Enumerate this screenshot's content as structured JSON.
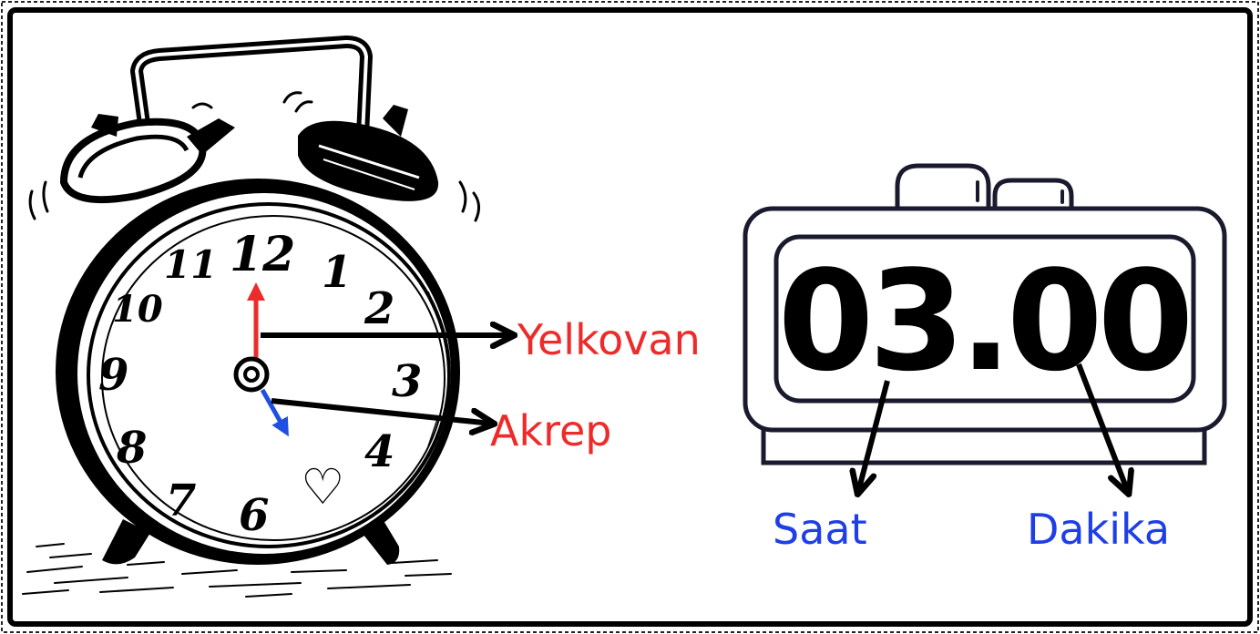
{
  "analog_clock": {
    "numbers": [
      "12",
      "1",
      "2",
      "3",
      "4",
      "6",
      "7",
      "8",
      "9",
      "10",
      "11"
    ],
    "heart_symbol": "♡",
    "minute_hand_color": "#ee2b2b",
    "hour_hand_color": "#1f4fe0"
  },
  "analog_labels": {
    "minute_hand": "Yelkovan",
    "hour_hand": "Akrep",
    "color": "#ee2b2b"
  },
  "digital_clock": {
    "time": "03.00"
  },
  "digital_labels": {
    "hours": "Saat",
    "minutes": "Dakika",
    "color": "#1f3fe6"
  }
}
